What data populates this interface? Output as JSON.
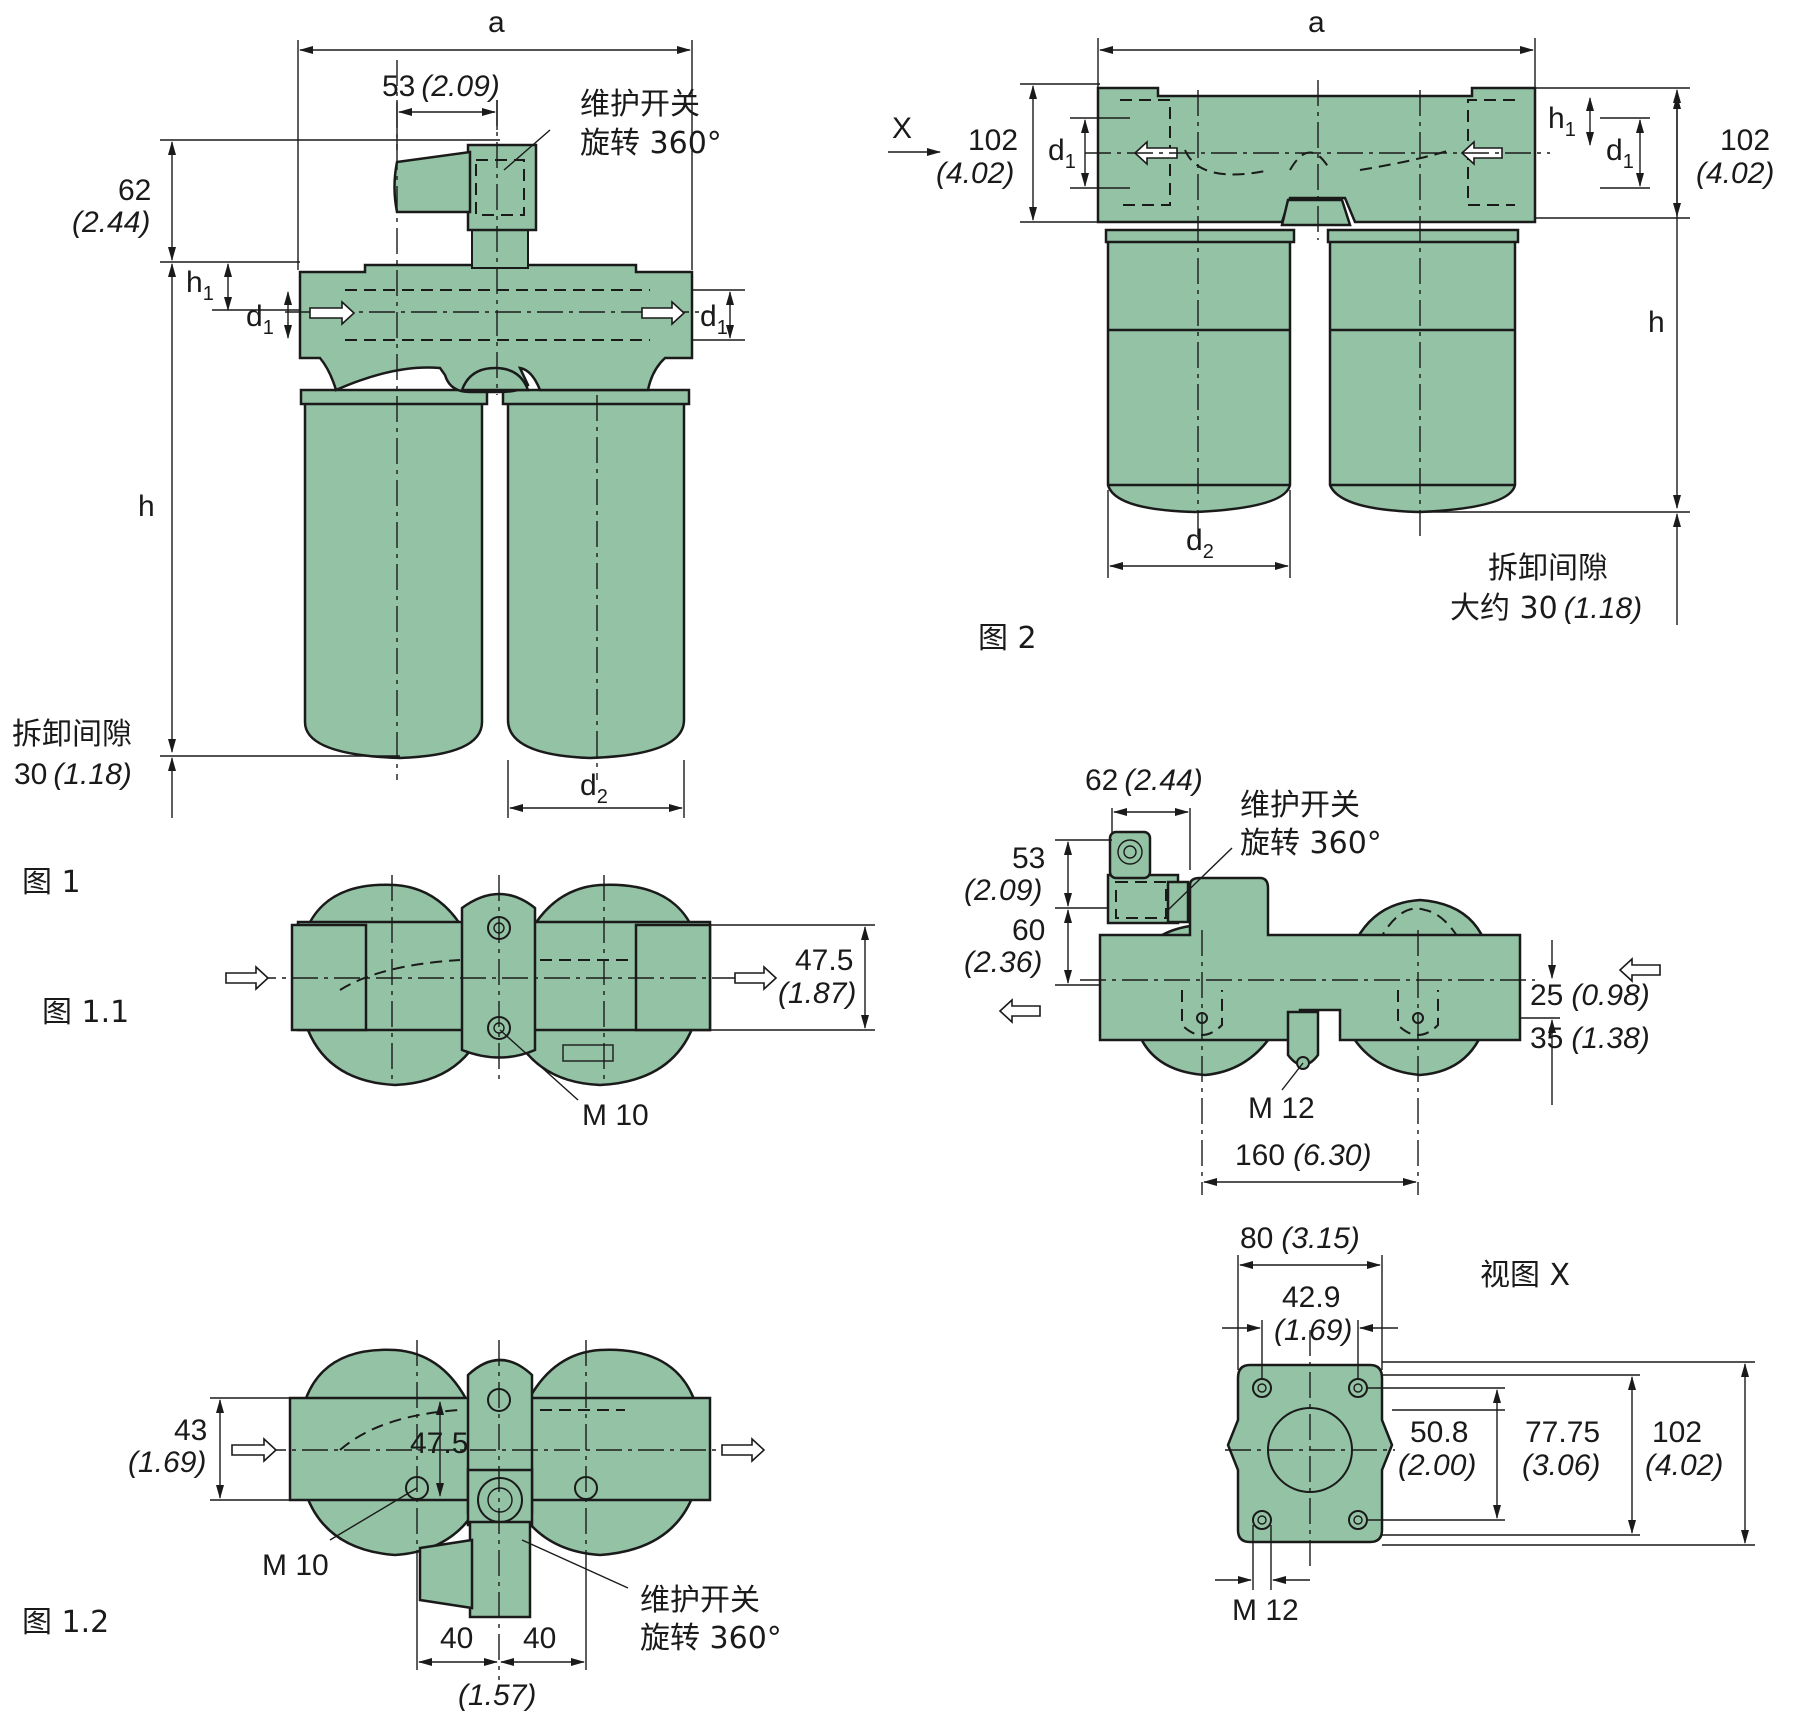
{
  "labels": {
    "dim_a": "a",
    "dim_h": "h",
    "dim_h1": "h",
    "dim_d1": "d",
    "dim_d2": "d",
    "sub_1": "1",
    "sub_2": "2",
    "view_x": "X",
    "d53": "53",
    "d53_in": "(2.09)",
    "d62": "62",
    "d62_in": "(2.44)",
    "d102": "102",
    "d102_in": "(4.02)",
    "d30": "30",
    "d30_in": "(1.18)",
    "d47_5": "47.5",
    "d47_5_in": "(1.87)",
    "d43": "43",
    "d43_in": "(1.69)",
    "d40": "40",
    "d40_in": "(1.57)",
    "d60": "60",
    "d60_in": "(2.36)",
    "d25": "25",
    "d25_in": "(0.98)",
    "d35": "35",
    "d35_in": "(1.38)",
    "d160": "160",
    "d160_in": "(6.30)",
    "d80": "80",
    "d80_in": "(3.15)",
    "d42_9": "42.9",
    "d42_9_in": "(1.69)",
    "d50_8": "50.8",
    "d50_8_in": "(2.00)",
    "d77_75": "77.75",
    "d77_75_in": "(3.06)",
    "m10": "M 10",
    "m12": "M 12",
    "switch_1": "维护开关",
    "switch_2": "旋转 360°",
    "clear_1": "拆卸间隙",
    "clear_2": "大约 30",
    "fig1": "图 1",
    "fig1_1": "图 1.1",
    "fig1_2": "图 1.2",
    "fig2": "图 2",
    "view": "视图  X"
  }
}
